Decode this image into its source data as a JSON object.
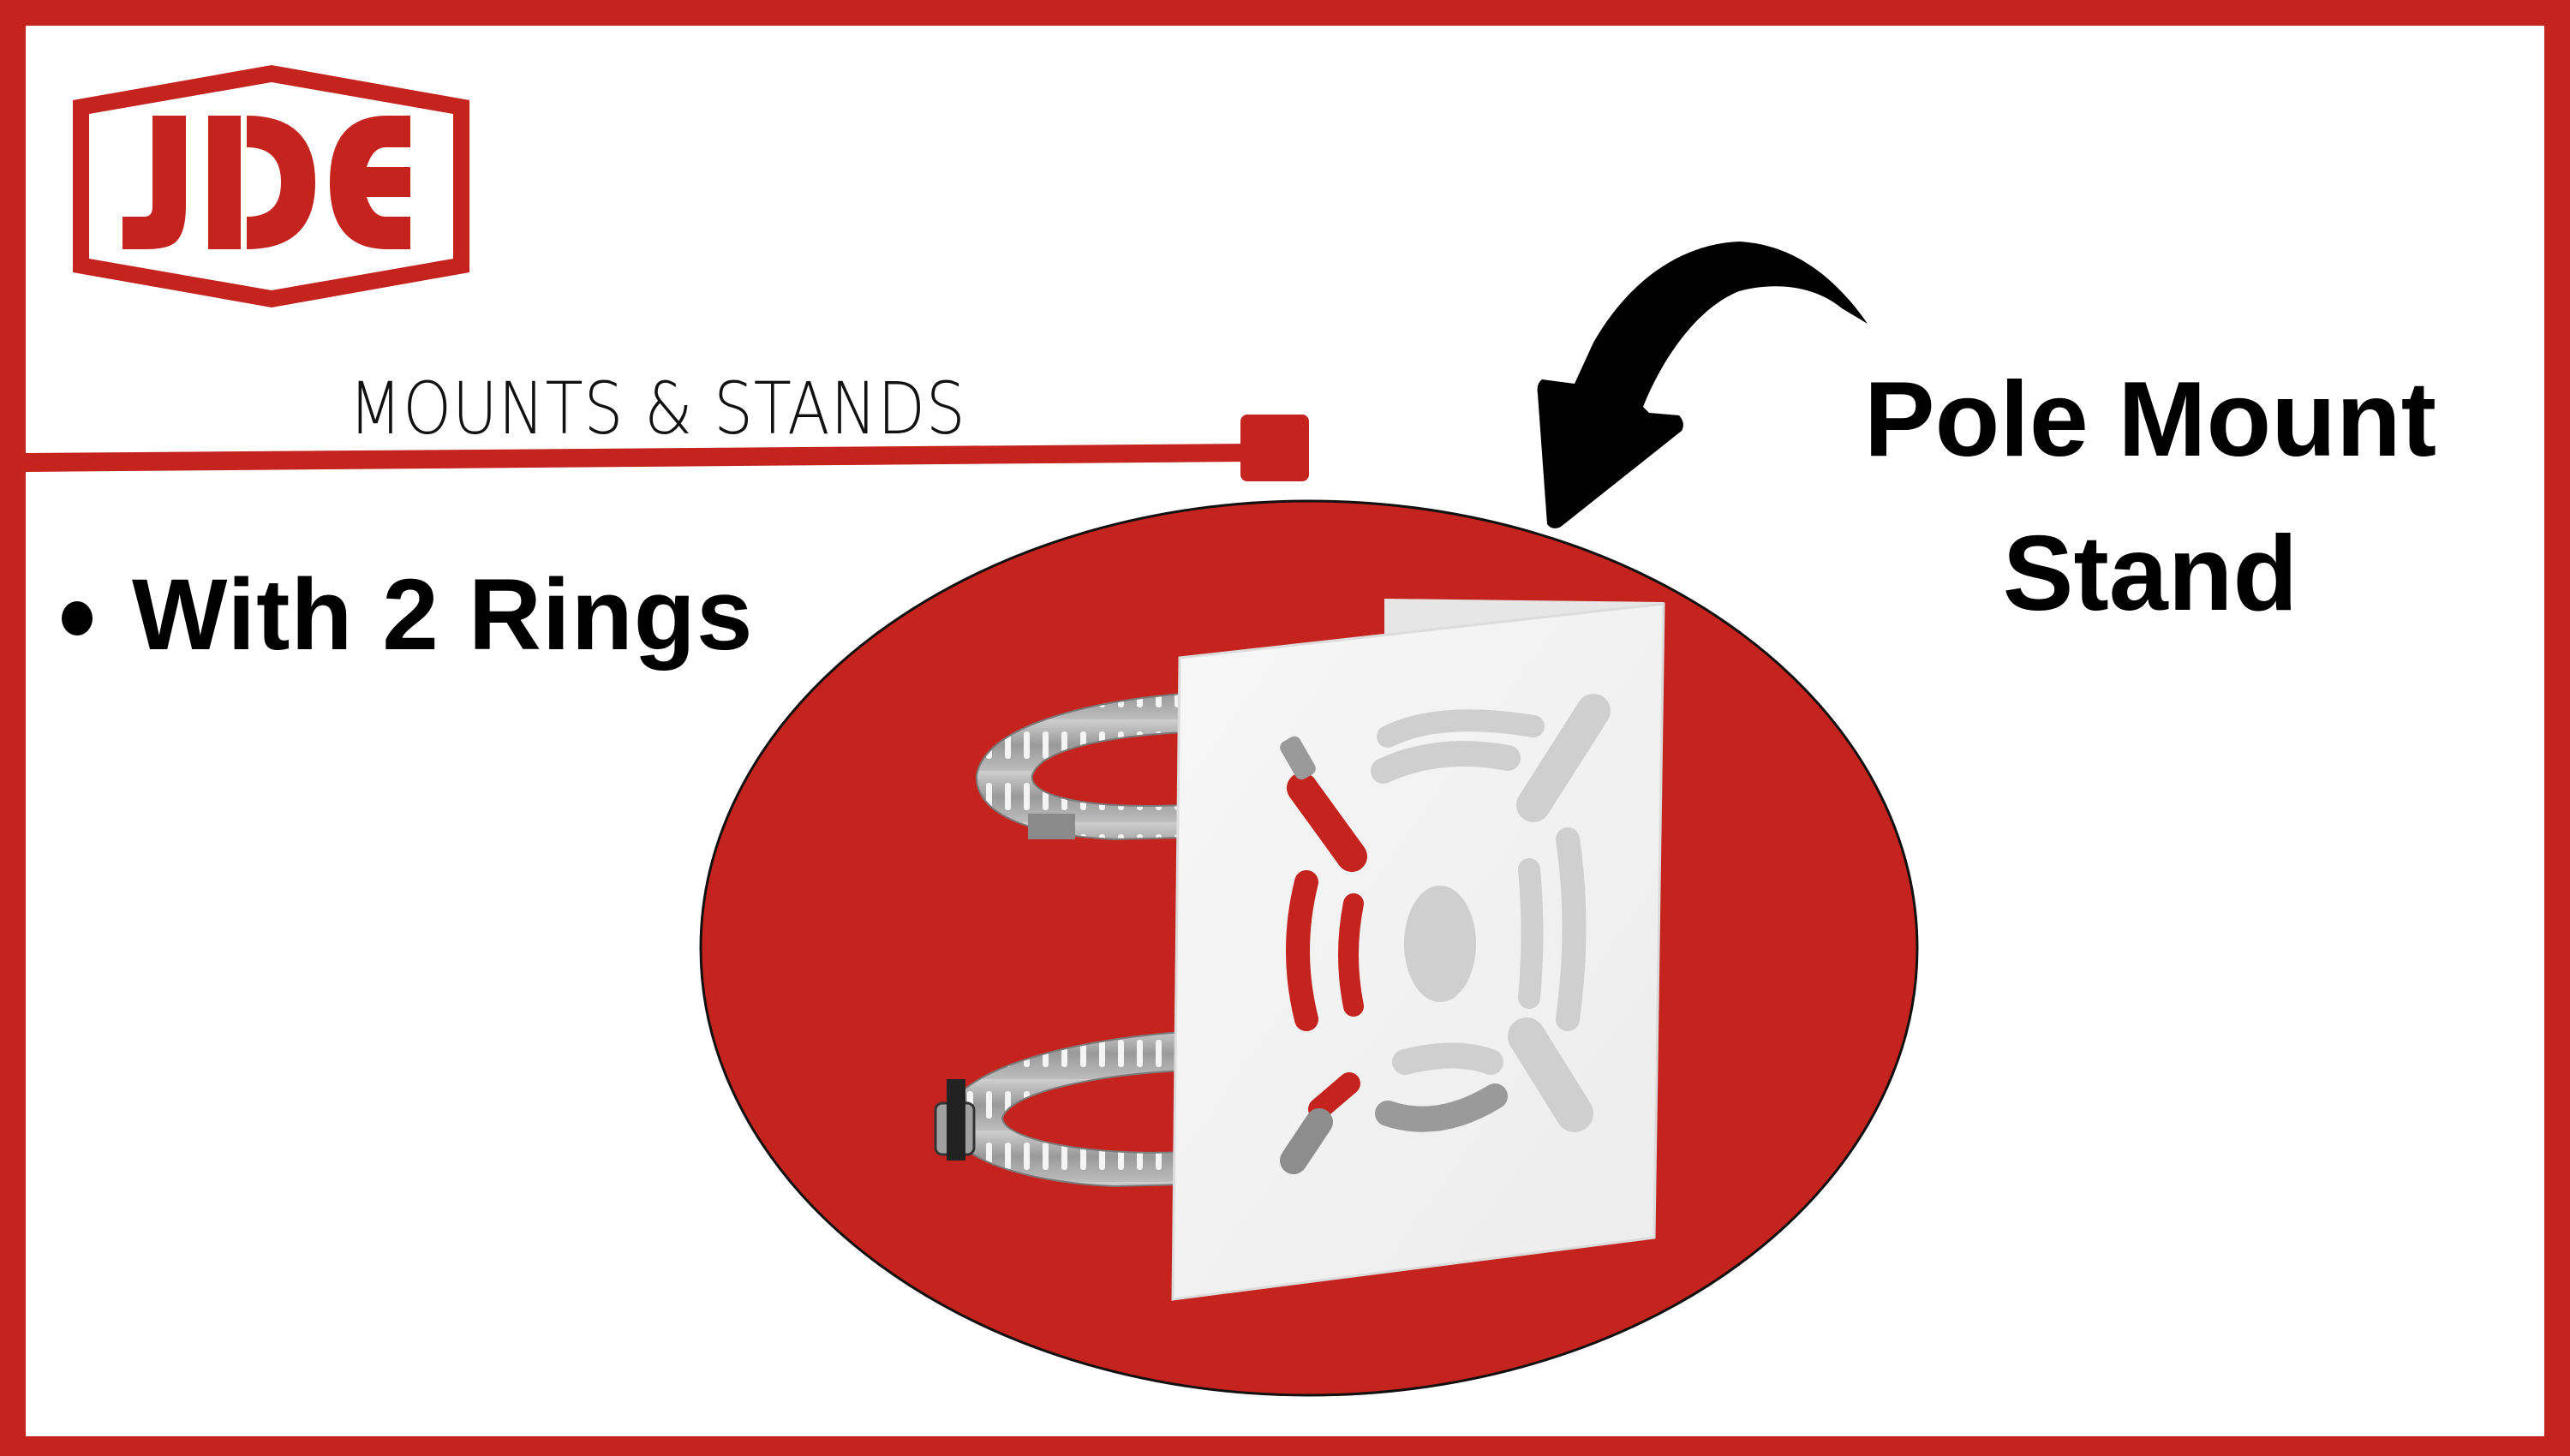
{
  "brand": {
    "logo_text": "JDE",
    "colors": {
      "primary_red": "#C4231E",
      "text": "#000000",
      "background": "#FFFFFF"
    }
  },
  "header": {
    "category": "MOUNTS & STANDS"
  },
  "features": {
    "items": [
      {
        "label": "With 2 Rings"
      }
    ]
  },
  "product": {
    "title_line_1": "Pole Mount",
    "title_line_2": "Stand",
    "image_description": "white square pole mount plate with two stainless steel hose clamp rings",
    "pointer_icon": "curved-arrow-icon"
  }
}
